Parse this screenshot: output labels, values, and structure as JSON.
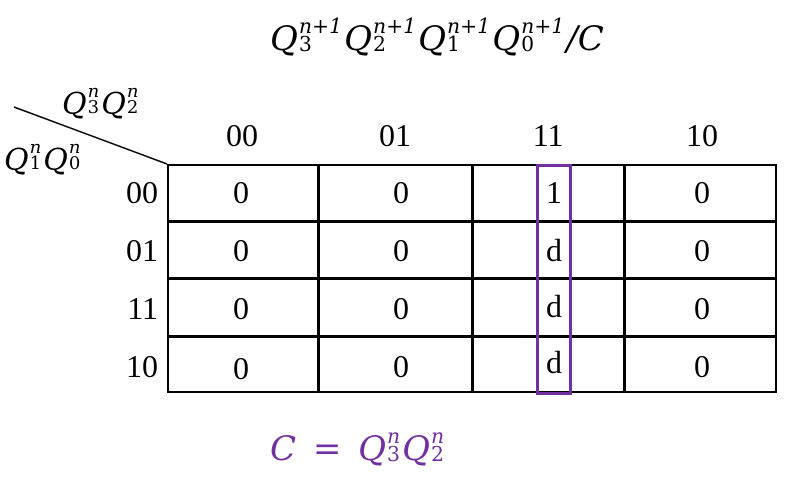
{
  "title": {
    "terms": [
      {
        "base": "Q",
        "sub": "3",
        "sup": "n+1"
      },
      {
        "base": "Q",
        "sub": "2",
        "sup": "n+1"
      },
      {
        "base": "Q",
        "sub": "1",
        "sup": "n+1"
      },
      {
        "base": "Q",
        "sub": "0",
        "sup": "n+1"
      }
    ],
    "suffix": "/C"
  },
  "axis_labels": {
    "column_vars": [
      {
        "base": "Q",
        "sub": "3",
        "sup": "n"
      },
      {
        "base": "Q",
        "sub": "2",
        "sup": "n"
      }
    ],
    "row_vars": [
      {
        "base": "Q",
        "sub": "1",
        "sup": "n"
      },
      {
        "base": "Q",
        "sub": "0",
        "sup": "n"
      }
    ]
  },
  "kmap": {
    "columns": [
      "00",
      "01",
      "11",
      "10"
    ],
    "rows": [
      "00",
      "01",
      "11",
      "10"
    ],
    "cells": [
      [
        "0",
        "0",
        "1",
        "0"
      ],
      [
        "0",
        "0",
        "d",
        "0"
      ],
      [
        "0",
        "0",
        "d",
        "0"
      ],
      [
        "0",
        "0",
        "d",
        "0"
      ]
    ],
    "grouping": {
      "column": "11",
      "color": "#7030a0"
    }
  },
  "equation": {
    "lhs": "C",
    "op": "=",
    "terms": [
      {
        "base": "Q",
        "sub": "3",
        "sup": "n"
      },
      {
        "base": "Q",
        "sub": "2",
        "sup": "n"
      }
    ],
    "color": "#7030a0"
  }
}
